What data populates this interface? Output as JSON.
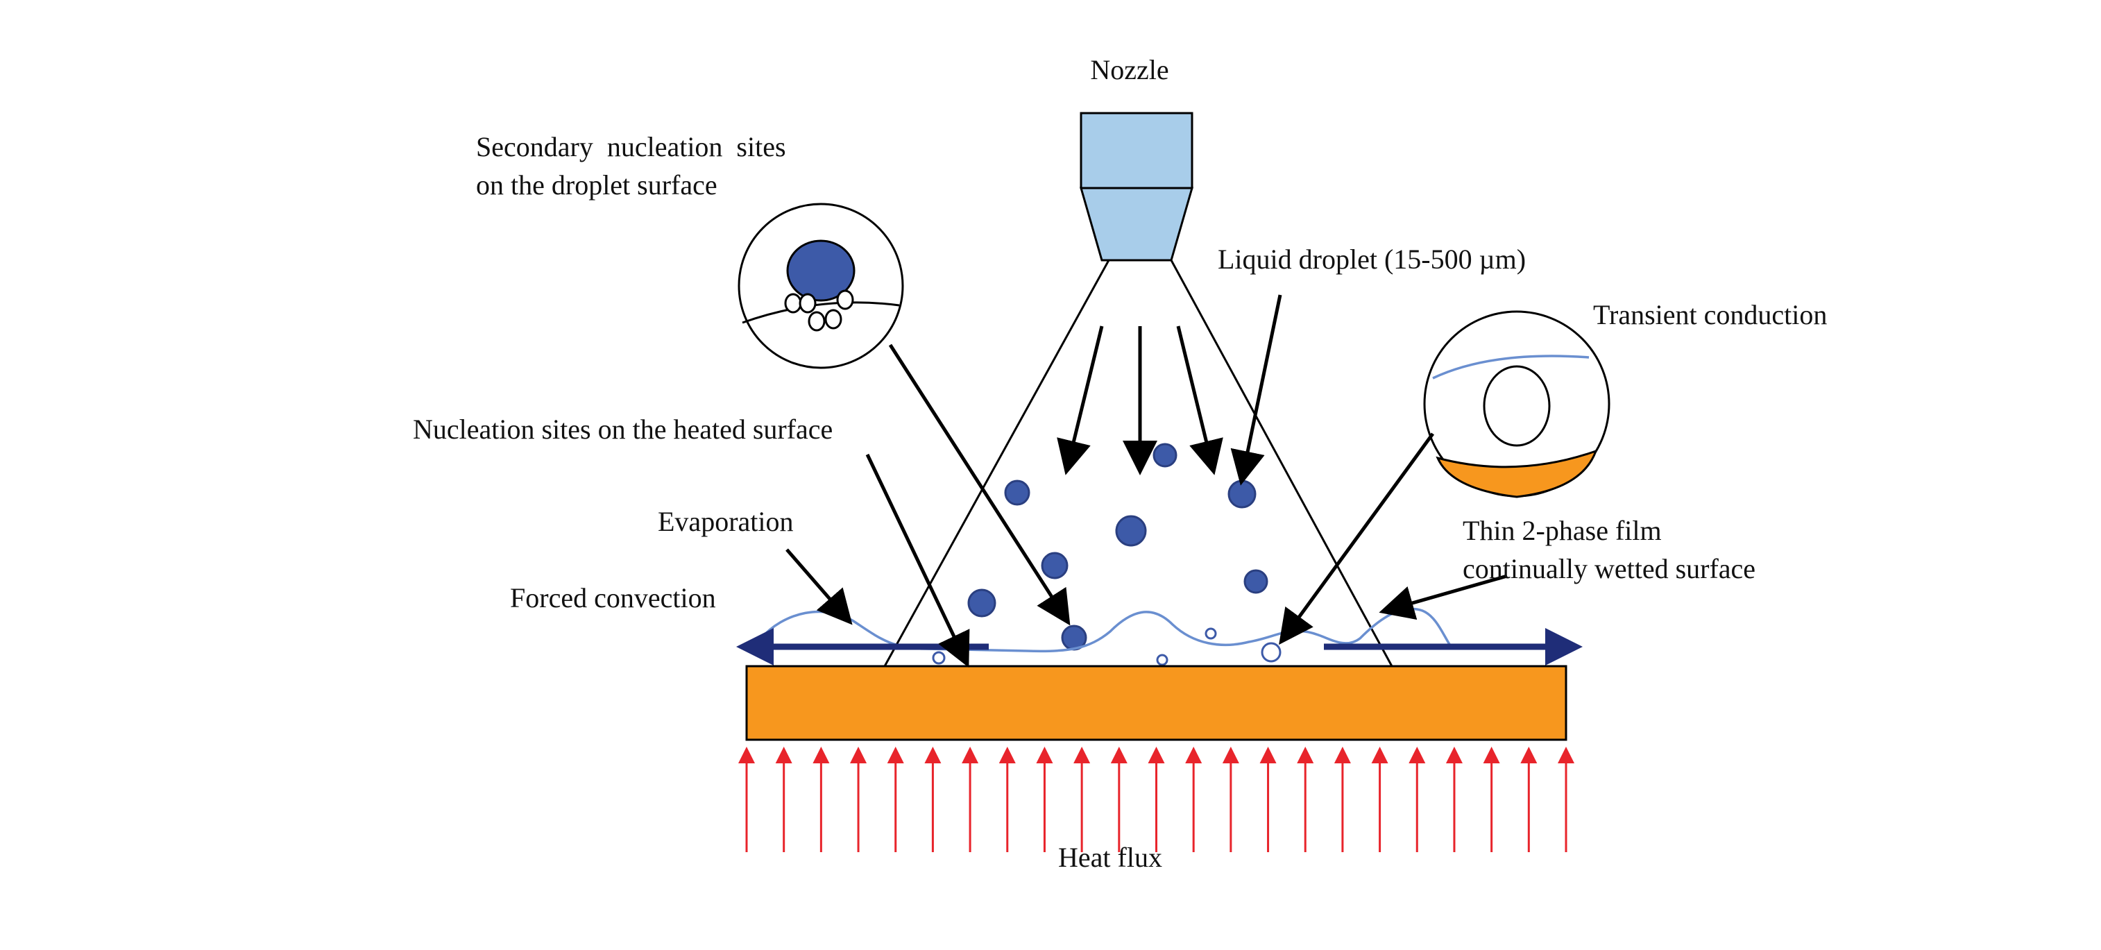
{
  "labels": {
    "nozzle": "Nozzle",
    "secondary_line1": "Secondary  nucleation  sites",
    "secondary_line2": "on the droplet surface",
    "liquid_droplet": "Liquid droplet (15-500 µm)",
    "transient_conduction": "Transient conduction",
    "nucleation_heated": "Nucleation sites on the heated surface",
    "evaporation": "Evaporation",
    "thin_film_line1": "Thin 2-phase film",
    "thin_film_line2": "continually wetted surface",
    "forced_convection": "Forced convection",
    "heat_flux": "Heat flux"
  },
  "colors": {
    "nozzle_fill": "#a8cdea",
    "droplet_fill": "#3d5aa8",
    "film_line": "#6a8fd0",
    "heater_fill": "#f7971e",
    "convection_arrow": "#1f2d78",
    "heat_flux_arrow": "#e8242b"
  },
  "icons": {
    "droplet": "filled-circle",
    "bubble": "hollow-circle"
  }
}
